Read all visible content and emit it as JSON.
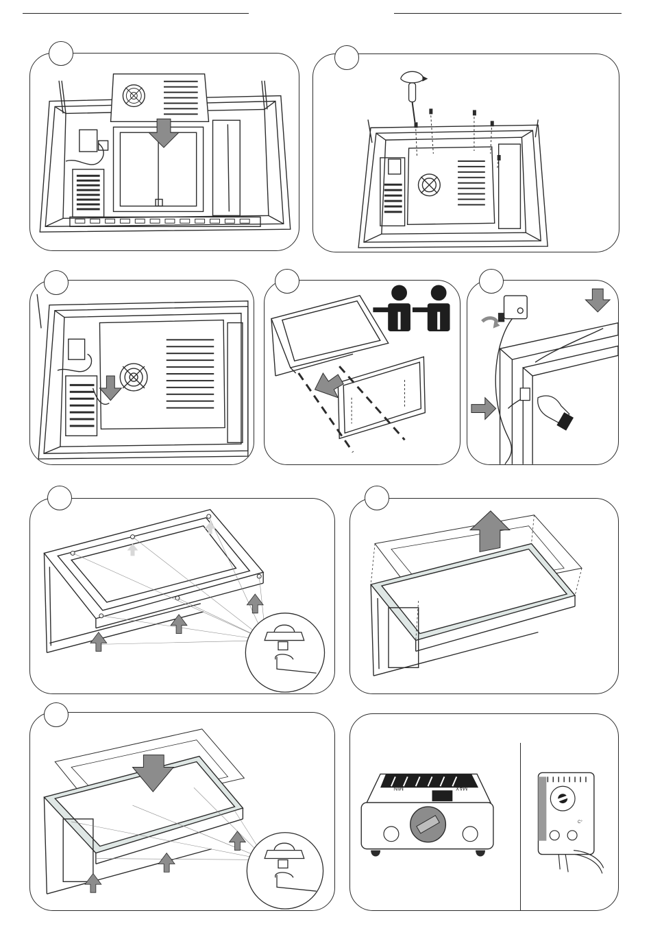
{
  "diagram": {
    "panels": [
      {
        "id": 1,
        "step_label": "",
        "depicts": "cover-plate-lowered-into-housing"
      },
      {
        "id": 2,
        "step_label": "",
        "depicts": "screws-fastened-with-screwdriver"
      },
      {
        "id": 3,
        "step_label": "",
        "depicts": "cable-routing-in-housing"
      },
      {
        "id": 4,
        "step_label": "",
        "depicts": "two-person-panel-mounting"
      },
      {
        "id": 5,
        "step_label": "",
        "depicts": "thermostat-and-plug-connection"
      },
      {
        "id": 6,
        "step_label": "",
        "depicts": "glass-frame-screws-released"
      },
      {
        "id": 7,
        "step_label": "",
        "depicts": "glass-lifted-off"
      },
      {
        "id": 8,
        "step_label": "",
        "depicts": "glass-lowered-and-screws-tightened"
      },
      {
        "id": 9,
        "step_label": "",
        "depicts": "heater-and-thermostat-components"
      }
    ],
    "thermostat_mark": "C°",
    "heater_mark_left": "MIN",
    "heater_mark_right": "MAX"
  },
  "colors": {
    "line": "#2b2b2b",
    "arrow": "#8c8c8c",
    "glass": "#dfe7e5",
    "fill_dark": "#1e1e1e"
  }
}
